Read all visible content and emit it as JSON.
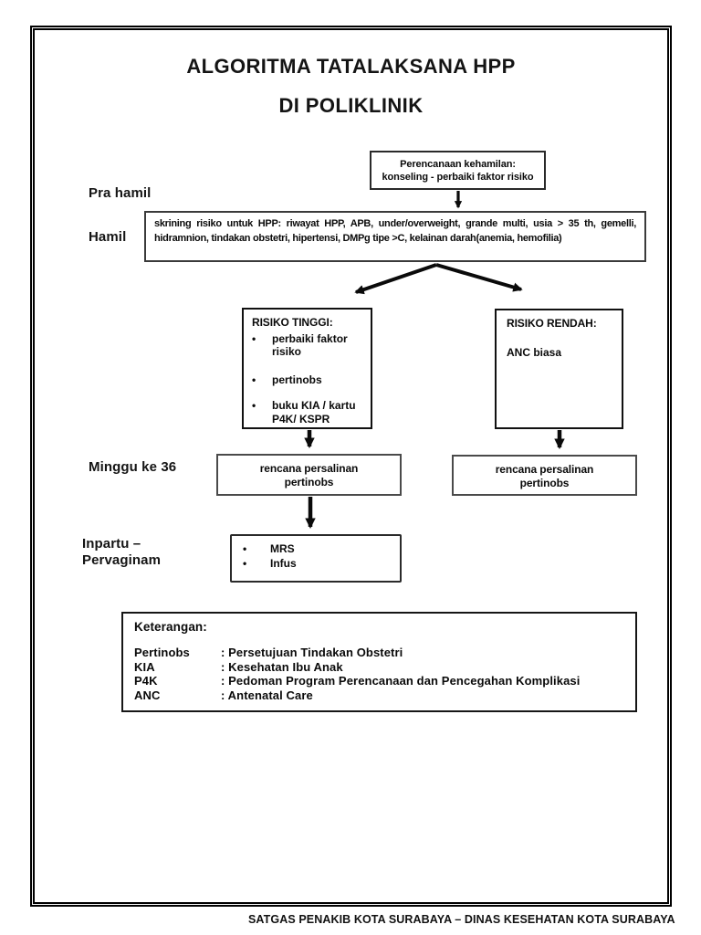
{
  "page": {
    "title_line1": "ALGORITMA TATALAKSANA HPP",
    "title_line2": "DI POLIKLINIK",
    "footer": "SATGAS PENAKIB KOTA SURABAYA – DINAS KESEHATAN KOTA SURABAYA"
  },
  "ui": {
    "bullet": "•"
  },
  "colors": {
    "text": "#0a0a0a",
    "border": "#000000",
    "background": "#ffffff"
  },
  "stage_labels": {
    "pra_hamil": "Pra hamil",
    "hamil": "Hamil",
    "minggu_ke_36": "Minggu ke 36",
    "inpartu_line1": "Inpartu –",
    "inpartu_line2": "Pervaginam"
  },
  "boxes": {
    "perencanaan": {
      "line1": "Perencanaan kehamilan:",
      "line2": "konseling - perbaiki faktor risiko"
    },
    "skrining": {
      "text": "skrining risiko untuk HPP: riwayat HPP, APB, under/overweight, grande multi, usia > 35 th, gemelli, hidramnion, tindakan obstetri, hipertensi, DMPg tipe >C, kelainan darah(anemia, hemofilia)"
    },
    "risiko_tinggi": {
      "title": "RISIKO TINGGI:",
      "items": [
        "perbaiki faktor risiko",
        "pertinobs",
        "buku KIA / kartu P4K/ KSPR"
      ]
    },
    "risiko_rendah": {
      "title": "RISIKO RENDAH:",
      "body": "ANC biasa"
    },
    "rencana_left": {
      "line1": "rencana persalinan",
      "line2": "pertinobs"
    },
    "rencana_right": {
      "line1": "rencana persalinan",
      "line2": "pertinobs"
    },
    "inpartu_actions": {
      "items": [
        "MRS",
        "Infus"
      ]
    },
    "keterangan": {
      "title": "Keterangan:",
      "entries": [
        {
          "term": "Pertinobs",
          "definition": ": Persetujuan Tindakan Obstetri"
        },
        {
          "term": "KIA",
          "definition": ": Kesehatan Ibu Anak"
        },
        {
          "term": "P4K",
          "definition": ": Pedoman Program Perencanaan dan Pencegahan Komplikasi"
        },
        {
          "term": "ANC",
          "definition": ": Antenatal Care"
        }
      ]
    }
  }
}
